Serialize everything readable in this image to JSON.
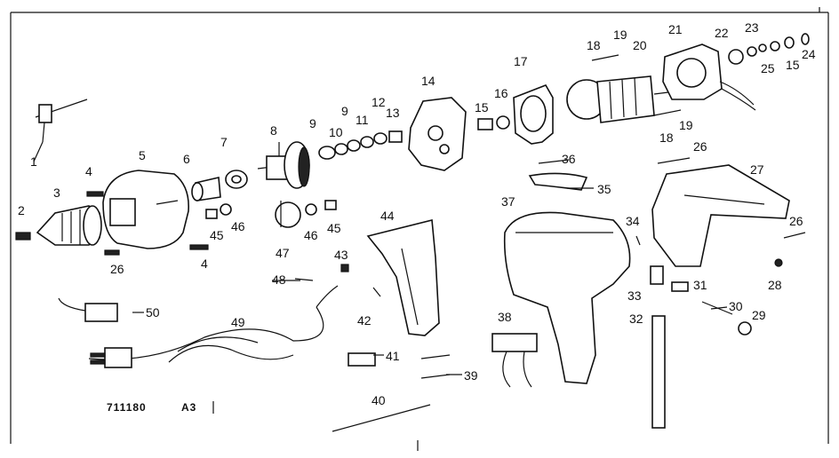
{
  "diagram": {
    "code": "711180",
    "sheet": "A3",
    "border_color": "#111111",
    "labels": [
      "1",
      "2",
      "3",
      "4",
      "5",
      "6",
      "7",
      "8",
      "9",
      "9",
      "10",
      "11",
      "12",
      "13",
      "14",
      "15",
      "15",
      "16",
      "17",
      "18",
      "18",
      "19",
      "19",
      "20",
      "21",
      "22",
      "23",
      "24",
      "25",
      "26",
      "26",
      "26",
      "27",
      "28",
      "29",
      "30",
      "31",
      "32",
      "33",
      "34",
      "35",
      "36",
      "37",
      "38",
      "39",
      "40",
      "41",
      "42",
      "43",
      "44",
      "45",
      "45",
      "46",
      "46",
      "47",
      "48",
      "49",
      "50",
      "4"
    ]
  }
}
